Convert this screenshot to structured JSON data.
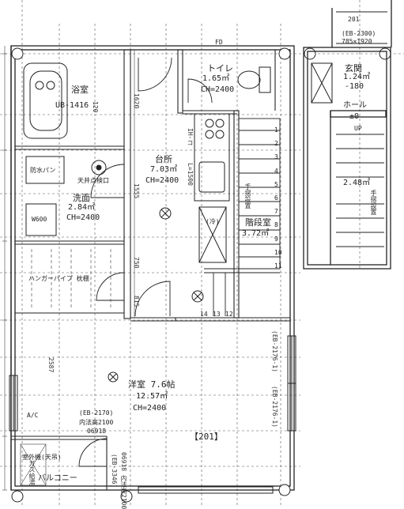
{
  "rooms": {
    "bath": {
      "name": "浴室",
      "unit": "UB-1416"
    },
    "wc": {
      "name": "トイレ",
      "area": "1.65㎡",
      "ch": "CH=2400"
    },
    "kitchen": {
      "name": "台所",
      "area": "7.03㎡",
      "ch": "CH=2400"
    },
    "washroom": {
      "name": "洗面",
      "area": "2.84㎡",
      "ch": "CH=2400"
    },
    "stairs": {
      "name": "階段室",
      "area": "3.72㎡"
    },
    "western": {
      "name": "洋室 7.6帖",
      "area": "12.57㎡",
      "ch": "CH=2400"
    },
    "entrance": {
      "name": "玄関",
      "area": "1.24㎡",
      "level": "-180"
    },
    "hall": {
      "name": "ホール",
      "level": "±0",
      "up": "UP",
      "area": "2.48㎡"
    },
    "balcony": {
      "name": "バルコニー"
    }
  },
  "labels": {
    "waterproof_pan": "防水パン",
    "ceiling_hatch": "天井点検口",
    "w600": "W600",
    "hanger_pipe": "ハンガーパイプ 枕棚",
    "unit_201_top": "201",
    "unit_201_bottom": "【201】",
    "door_top": "(EB-2300)",
    "door_top_size": "785×1920",
    "window_eb2170": "(EB-2170)",
    "window_inner_h": "内法高2100",
    "window_code": "06918",
    "outdoor_unit": "室外機(天吊)",
    "gas_meter": "ガス給湯",
    "eb3346": "(EB-3346)",
    "eb3346_inner": "06918 内法高2100",
    "eb2176_top": "(EB-2176-1)",
    "eb2176_bottom": "(EB-2176-1)",
    "ih": "IH-コ",
    "fridge": "(冷)",
    "l1500": "L=1500",
    "handrail_1": "手摺設置",
    "handrail_2": "手摺設置",
    "a_c": "A/C",
    "fd": "FD",
    "dim_1620": "1620",
    "dim_1555": "1555",
    "dim_750": "750",
    "dim_815": "815",
    "dim_2587": "2587",
    "dim_120": "120",
    "step_nums": [
      "1",
      "2",
      "3",
      "4",
      "5",
      "6",
      "7",
      "8",
      "9",
      "10",
      "11"
    ],
    "step_bottom": [
      "14",
      "13",
      "12"
    ]
  }
}
